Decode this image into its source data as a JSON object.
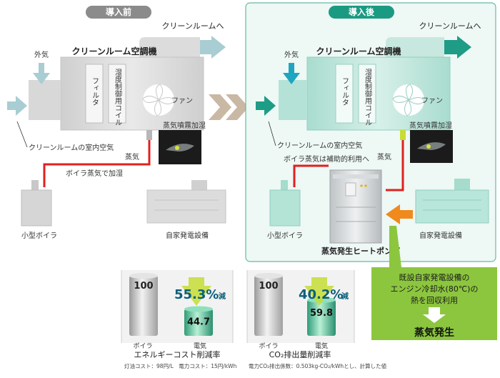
{
  "before": {
    "badge": "導入前",
    "unit_title": "クリーンルーム空調機",
    "outside_air": "外気",
    "to_cleanroom": "クリーンルームへ",
    "filter": "フィルタ",
    "coil": "湿度制御用コイル",
    "fan": "ファン",
    "spray": "蒸気噴霧加湿",
    "indoor_air": "クリーンルームの室内空気",
    "steam": "蒸気",
    "boiler_note": "ボイラ蒸気で加湿",
    "boiler": "小型ボイラ",
    "generator": "自家発電設備"
  },
  "after": {
    "badge": "導入後",
    "unit_title": "クリーンルーム空調機",
    "outside_air": "外気",
    "to_cleanroom": "クリーンルームへ",
    "filter": "フィルタ",
    "coil": "湿度制御用コイル",
    "fan": "ファン",
    "spray": "蒸気噴霧加湿",
    "indoor_air": "クリーンルームの室内空気",
    "steam": "蒸気",
    "boiler_note": "ボイラ蒸気は補助的利用へ",
    "boiler": "小型ボイラ",
    "generator": "自家発電設備",
    "heatpump": "蒸気発生ヒートポンプ"
  },
  "callout": {
    "line1": "既設自家発電設備の",
    "line2": "エンジン冷却水(80℃)の",
    "line3": "熱を回収利用",
    "result": "蒸気発生"
  },
  "cost_chart": {
    "reduction_value": "55.3%",
    "reduction_suffix": "減",
    "caption": "エネルギーコスト削減率",
    "left_label": "ボイラ",
    "right_label": "電気"
  },
  "co2_chart": {
    "reduction_value": "40.2%",
    "reduction_suffix": "減",
    "caption": "CO₂排出量削減率",
    "left_label": "ボイラ",
    "right_label": "電気"
  },
  "footnote": {
    "cost": "灯油コスト：98円/L　電力コスト：15円/kWh",
    "co2": "電力CO₂排出係数：0.503kg-CO₂/kWhとし、計算した値"
  },
  "colors": {
    "after_accent": "#1e9c86",
    "after_panel_border": "#67b9a3",
    "after_badge": "#1b9a82",
    "before_badge": "#8b8b8b",
    "steam_line": "#e02020",
    "heat_arrow": "#f08a1c",
    "callout_bg": "#8cc63f",
    "reduction_text": "#0b5f7a",
    "reduction_arrow": "#c6dd35"
  },
  "chart_data": [
    {
      "type": "bar",
      "categories": [
        "ボイラ",
        "電気"
      ],
      "values": [
        100,
        44.7
      ],
      "title": "",
      "xlabel": "エネルギーコスト削減率",
      "ylabel": "",
      "annotation": "55.3%減"
    },
    {
      "type": "bar",
      "categories": [
        "ボイラ",
        "電気"
      ],
      "values": [
        100,
        59.8
      ],
      "title": "",
      "xlabel": "CO₂排出量削減率",
      "ylabel": "",
      "annotation": "40.2%減"
    }
  ]
}
